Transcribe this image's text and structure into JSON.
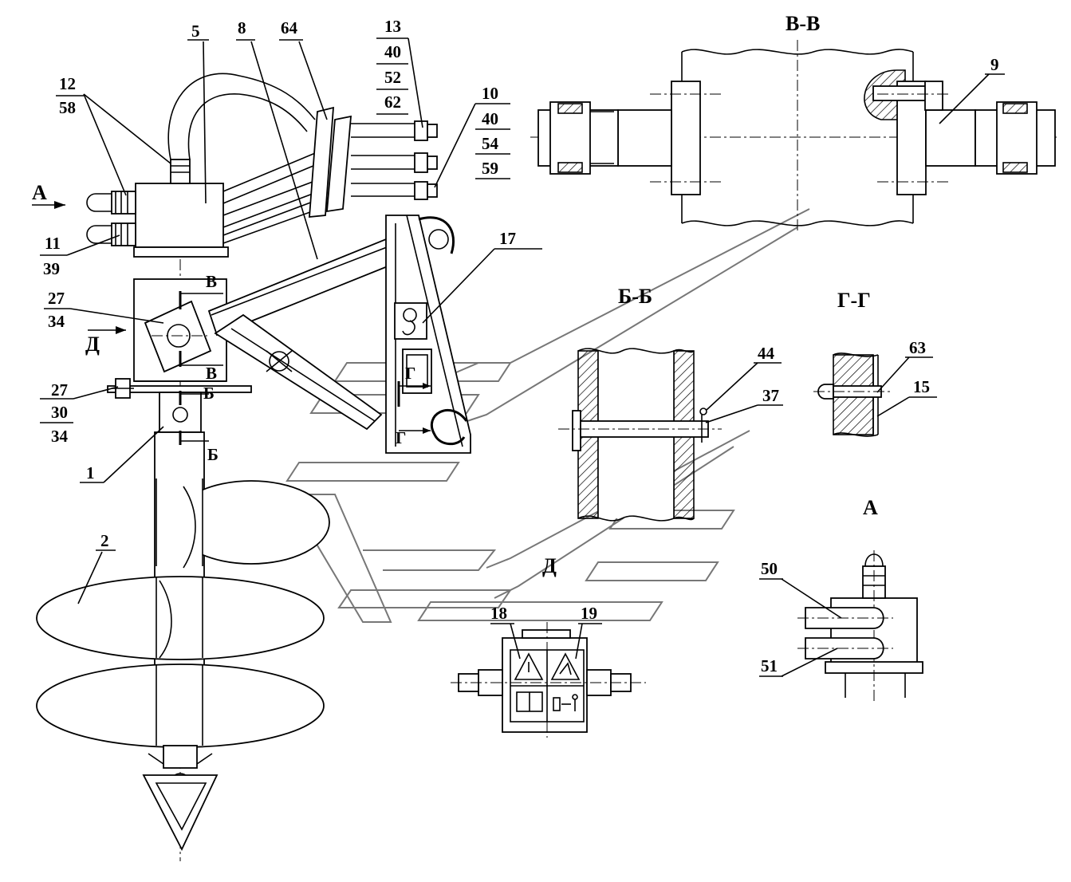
{
  "section_titles": {
    "vv": "В-В",
    "bb": "Б-Б",
    "gg": "Г-Г",
    "a_view": "А",
    "d_view": "Д"
  },
  "view_arrows": {
    "a": "А",
    "d": "Д",
    "v_top": "В",
    "v_bottom": "В",
    "b_top": "Б",
    "b_bottom": "Б",
    "g_top": "Г",
    "g_bottom": "Г"
  },
  "callouts": {
    "p1": "1",
    "p2": "2",
    "p5": "5",
    "p8": "8",
    "p9": "9",
    "p10": "10",
    "p11": "11",
    "p12": "12",
    "p13": "13",
    "p15": "15",
    "p17": "17",
    "p18": "18",
    "p19": "19",
    "p27a": "27",
    "p27b": "27",
    "p30": "30",
    "p34a": "34",
    "p34b": "34",
    "p37": "37",
    "p39": "39",
    "p40a": "40",
    "p40b": "40",
    "p44": "44",
    "p50": "50",
    "p51": "51",
    "p52": "52",
    "p54": "54",
    "p58": "58",
    "p59": "59",
    "p62": "62",
    "p63": "63",
    "p64": "64"
  },
  "icons": [
    "warning-triangle-icon",
    "hand-crush-warning-icon",
    "manual-book-icon",
    "keep-distance-person-icon",
    "lifting-hook-icon"
  ],
  "colors": {
    "line": "#000000",
    "watermark": "#777777",
    "background": "#ffffff"
  }
}
